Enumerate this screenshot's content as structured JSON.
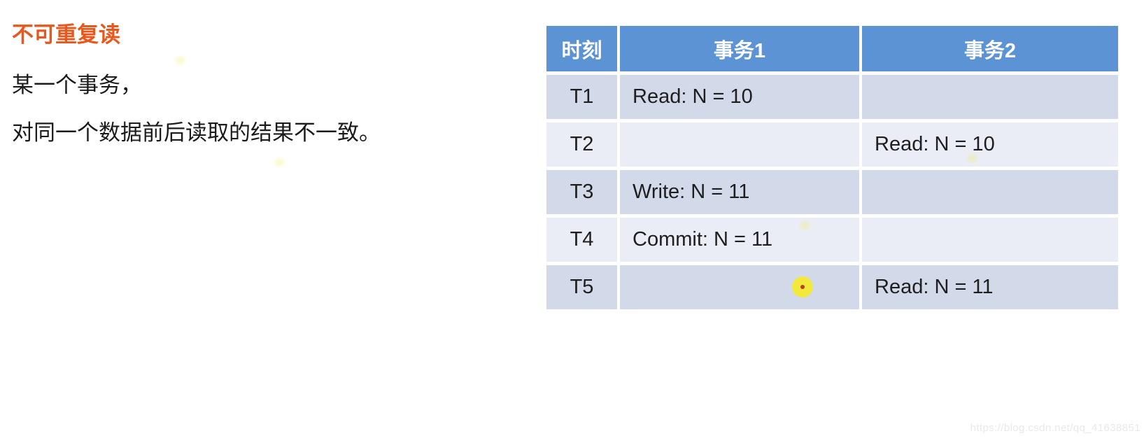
{
  "slide": {
    "title": "不可重复读",
    "body_lines": [
      "某一个事务，",
      "对同一个数据前后读取的结果不一致。"
    ]
  },
  "table": {
    "columns": [
      "时刻",
      "事务1",
      "事务2"
    ],
    "rows": [
      {
        "time": "T1",
        "tx1": "Read: N = 10",
        "tx2": ""
      },
      {
        "time": "T2",
        "tx1": "",
        "tx2": "Read: N = 10"
      },
      {
        "time": "T3",
        "tx1": "Write: N = 11",
        "tx2": ""
      },
      {
        "time": "T4",
        "tx1": "Commit: N = 11",
        "tx2": ""
      },
      {
        "time": "T5",
        "tx1": "",
        "tx2": "Read: N = 11"
      }
    ]
  },
  "watermark": "https://blog.csdn.net/qq_41638851",
  "colors": {
    "title": "#E8581C",
    "table_header_bg": "#5B93D5",
    "table_header_text": "#FFFFFF",
    "row_odd_bg": "#D2DAE9",
    "row_even_bg": "#EAEDF6",
    "cell_text": "#1E1E1E",
    "pointer_fill": "#F2E93C",
    "pointer_core": "#C03A1B",
    "watermark_text": "#E9E9E9"
  }
}
